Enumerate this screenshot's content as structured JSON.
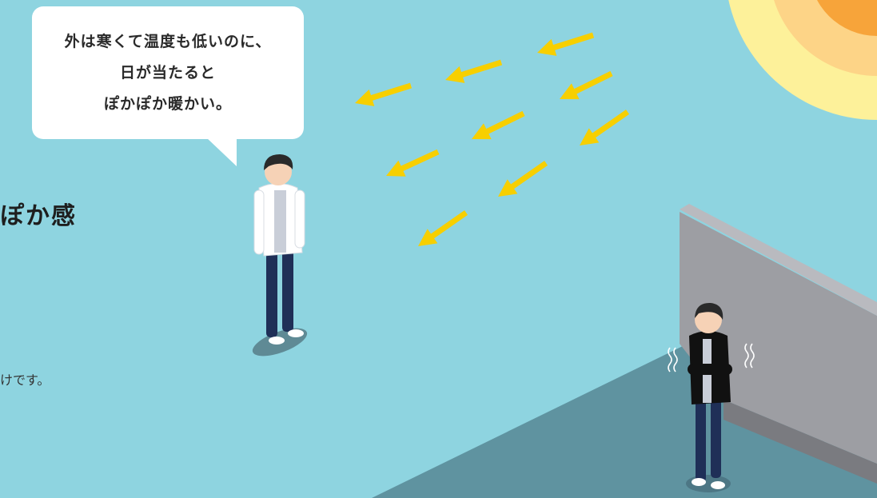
{
  "bubble": {
    "lines": [
      "外は寒くて温度も低いのに、",
      "日が当たると",
      "ぽかぽか暖かい。"
    ]
  },
  "heading": {
    "text": "ぽか感"
  },
  "body_text": {
    "text": "けです。"
  },
  "colors": {
    "sky": "#8ed4e0",
    "shadow_floor": "#5f93a0",
    "sun_outer": "#fdf19a",
    "sun_mid": "#fdd487",
    "sun_inner": "#f7a43a",
    "sunbeam": "#f7cf00",
    "wall_front": "#9d9ea3",
    "wall_side": "#7a7b80",
    "wall_top": "#b9babf"
  },
  "icons": [
    "sunbeam-arrow-icon",
    "shiver-icon",
    "sun-icon"
  ]
}
